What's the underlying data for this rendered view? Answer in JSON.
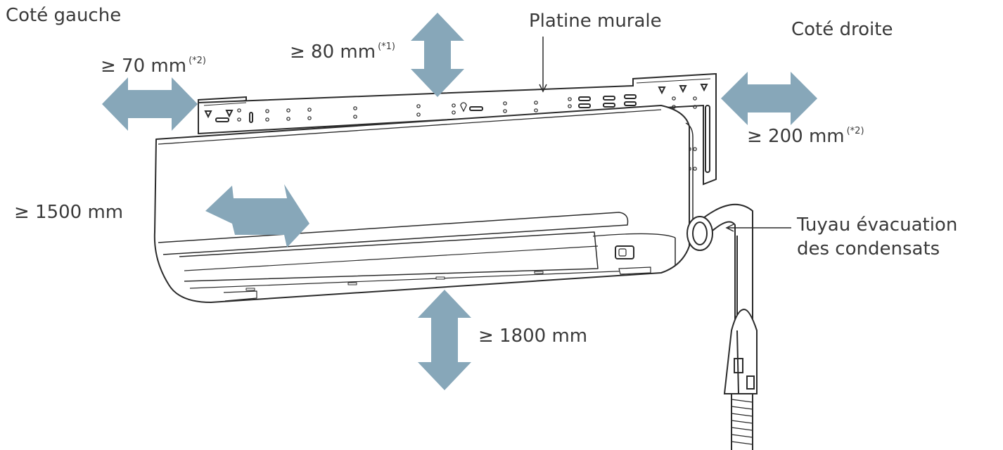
{
  "labels": {
    "left_side": "Coté gauche",
    "right_side": "Coté droite",
    "wall_plate": "Platine murale",
    "left_clearance": "≥ 70 mm",
    "left_note": "(*2)",
    "top_clearance": "≥ 80 mm",
    "top_note": "(*1)",
    "right_clearance": "≥  200 mm",
    "right_note": "(*2)",
    "front_clearance": "≥ 1500 mm",
    "bottom_clearance": "≥ 1800 mm",
    "drain_pipe_line1": "Tuyau évacuation",
    "drain_pipe_line2": "des condensats"
  },
  "colors": {
    "arrow": "#87a7b9",
    "line": "#2b2b2b",
    "text": "#3a3a3a"
  }
}
